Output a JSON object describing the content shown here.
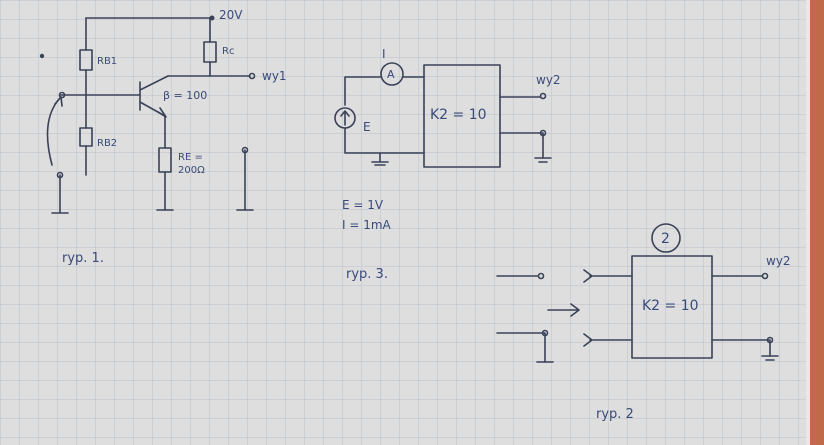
{
  "colors": {
    "paper": "#dedede",
    "grid": "#b9c3cc",
    "ink": "#3a4258",
    "edge": "#c06a4a"
  },
  "fig1": {
    "supply": "20V",
    "rb1": "RB1",
    "rb2": "RB2",
    "rc": "Rc",
    "beta": "β = 100",
    "re": "RE =",
    "re_value": "200Ω",
    "output": "wy1",
    "caption": "ryp. 1."
  },
  "fig3": {
    "current_label": "I",
    "ammeter": "A",
    "source": "E",
    "gain": "K2 = 10",
    "output": "wy2",
    "e_value": "E = 1V",
    "i_value": "I = 1mA",
    "caption": "ryp. 3."
  },
  "fig2": {
    "badge": "2",
    "gain": "K2 = 10",
    "output": "wy2",
    "caption": "ryp. 2"
  }
}
